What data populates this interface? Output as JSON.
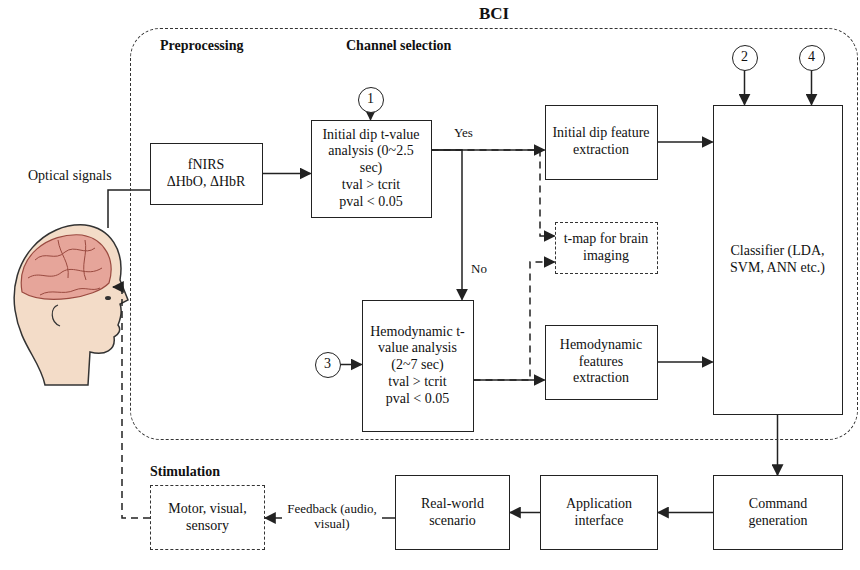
{
  "diagram": {
    "nodes": [
      {
        "text": [
          "BCI"
        ]
      },
      {
        "text": [
          "fNIRS",
          "ΔHbO, ΔHbR"
        ],
        "in": 0
      },
      {
        "text": [
          "1"
        ],
        "in": 0
      },
      {
        "text": [
          "Initial dip t-value analysis (0~2.5 sec)",
          "tval > tcrit",
          "pval < 0.05"
        ],
        "in": 0
      },
      {
        "text": [
          "Initial dip feature extraction"
        ],
        "in": 0
      },
      {
        "text": [
          "t-map for brain imaging"
        ],
        "in": 0
      },
      {
        "text": [
          "3"
        ],
        "in": 0
      },
      {
        "text": [
          "Hemodynamic t-value analysis (2~7 sec)",
          "tval > tcrit",
          "pval < 0.05"
        ],
        "in": 0
      },
      {
        "text": [
          "Hemodynamic features extraction"
        ],
        "in": 0
      },
      {
        "text": [
          "2"
        ],
        "in": 0
      },
      {
        "text": [
          "4"
        ],
        "in": 0
      },
      {
        "text": [
          "Classifier (LDA, SVM, ANN etc.)"
        ],
        "in": 0
      },
      {
        "text": [
          "Command generation"
        ]
      },
      {
        "text": [
          "Application interface"
        ]
      },
      {
        "text": [
          "Real-world scenario"
        ]
      },
      {
        "text": [
          "Stimulation",
          "Motor, visual, sensory"
        ]
      }
    ],
    "edges": [
      {
        "from": 1,
        "to": 3,
        "arrow": "to"
      },
      {
        "from": 2,
        "to": 3,
        "arrow": "to"
      },
      {
        "from": 3,
        "to": 4,
        "label": "Yes",
        "arrow": "to"
      },
      {
        "from": 3,
        "to": 5,
        "arrow": "to"
      },
      {
        "from": 3,
        "to": 7,
        "label": "No",
        "arrow": "to"
      },
      {
        "from": 6,
        "to": 7,
        "arrow": "to"
      },
      {
        "from": 7,
        "to": 5,
        "arrow": "to"
      },
      {
        "from": 7,
        "to": 8,
        "arrow": "to"
      },
      {
        "from": 4,
        "to": 11,
        "arrow": "to"
      },
      {
        "from": 8,
        "to": 11,
        "arrow": "to"
      },
      {
        "from": 9,
        "to": 11,
        "arrow": "to"
      },
      {
        "from": 10,
        "to": 11,
        "arrow": "to"
      },
      {
        "from": 11,
        "to": 12,
        "arrow": "to"
      },
      {
        "from": 12,
        "to": 13,
        "arrow": "to"
      },
      {
        "from": 13,
        "to": 14,
        "arrow": "to"
      },
      {
        "from": 14,
        "to": 15,
        "label": "Feedback (audio, visual)",
        "arrow": "to"
      }
    ],
    "labels": [
      "Preprocessing",
      "Channel selection",
      "Optical signals"
    ]
  }
}
